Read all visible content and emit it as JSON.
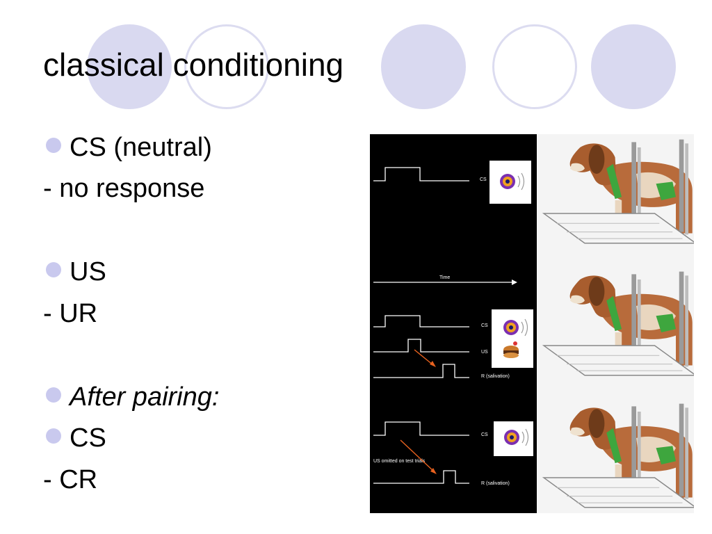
{
  "slide": {
    "title": "classical conditioning",
    "lines": [
      {
        "text": "CS (neutral)",
        "bullet": true
      },
      {
        "text": "- no response",
        "bullet": false
      },
      {
        "text": "US",
        "bullet": true
      },
      {
        "text": "- UR",
        "bullet": false
      },
      {
        "text": "After pairing:",
        "bullet": true,
        "italic": true
      },
      {
        "text": "CS",
        "bullet": true
      },
      {
        "text": "- CR",
        "bullet": false
      }
    ]
  },
  "figure": {
    "panel1": {
      "cs_label": "CS"
    },
    "time_label": "Time",
    "panel2": {
      "cs_label": "CS",
      "us_label": "US",
      "r_label": "R  (salivation)"
    },
    "panel3": {
      "cs_label": "CS",
      "note": "US  omitted on test trials",
      "r_label": "R  (salivation)"
    }
  },
  "colors": {
    "bullet": "#c9c9ee",
    "decor_circle": "#d9d9f0",
    "arrow": "#e8621f",
    "figure_bg": "#000000"
  }
}
